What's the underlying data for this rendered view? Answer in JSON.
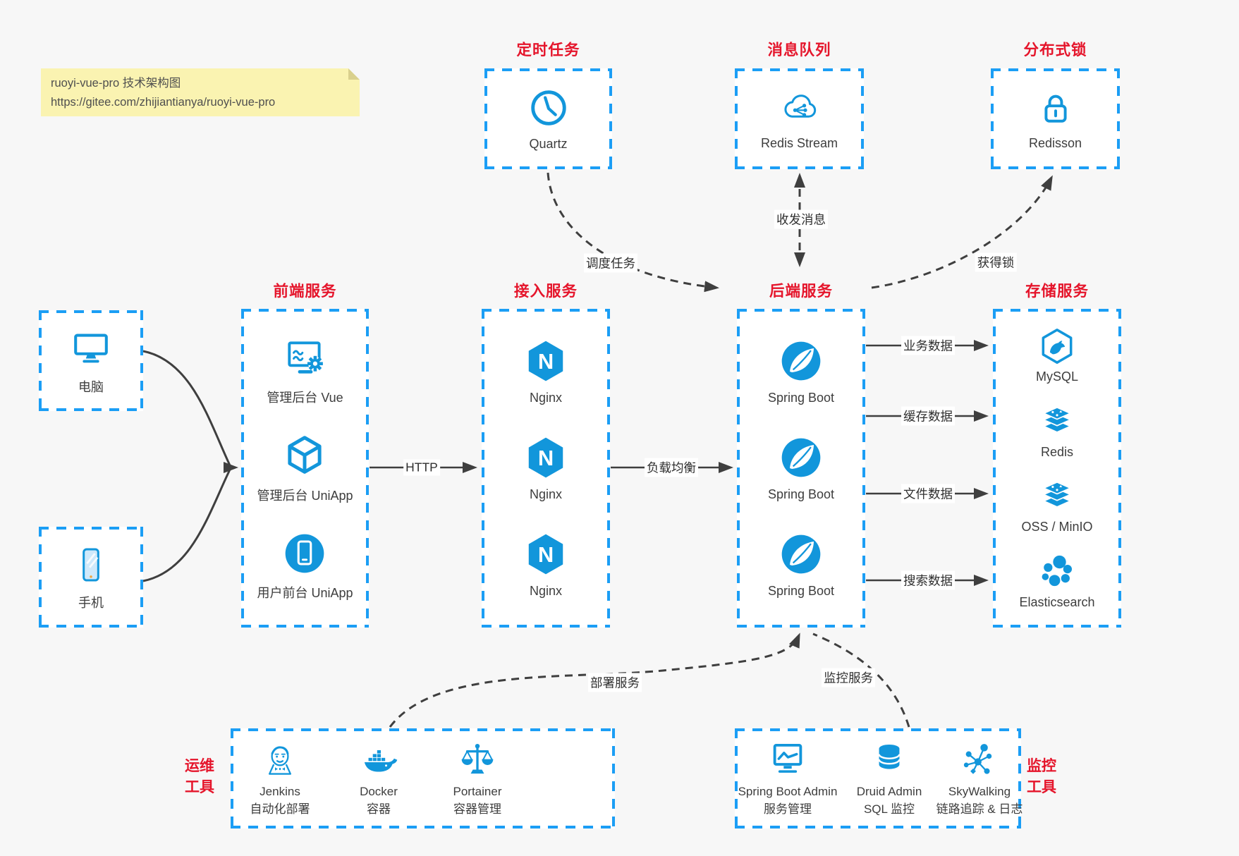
{
  "note": {
    "line1": "ruoyi-vue-pro 技术架构图",
    "line2": "https://gitee.com/zhijiantianya/ruoyi-vue-pro"
  },
  "palette": {
    "icon_blue": "#1296db",
    "border_blue": "#1b9ef5",
    "title_red": "#e5152b",
    "arrow_gray": "#3f3f3f",
    "note_bg": "#faf3b1",
    "canvas_bg": "#f7f7f7"
  },
  "top_groups": [
    {
      "title": "定时任务",
      "label": "Quartz"
    },
    {
      "title": "消息队列",
      "label": "Redis Stream"
    },
    {
      "title": "分布式锁",
      "label": "Redisson"
    }
  ],
  "clients": [
    {
      "label": "电脑"
    },
    {
      "label": "手机"
    }
  ],
  "service_columns": [
    {
      "title": "前端服务",
      "items": [
        {
          "label": "管理后台 Vue"
        },
        {
          "label": "管理后台 UniApp"
        },
        {
          "label": "用户前台 UniApp"
        }
      ]
    },
    {
      "title": "接入服务",
      "items": [
        {
          "label": "Nginx"
        },
        {
          "label": "Nginx"
        },
        {
          "label": "Nginx"
        }
      ]
    },
    {
      "title": "后端服务",
      "items": [
        {
          "label": "Spring Boot"
        },
        {
          "label": "Spring Boot"
        },
        {
          "label": "Spring Boot"
        }
      ]
    },
    {
      "title": "存储服务",
      "items": [
        {
          "label": "MySQL"
        },
        {
          "label": "Redis"
        },
        {
          "label": "OSS / MinIO"
        },
        {
          "label": "Elasticsearch"
        }
      ]
    }
  ],
  "bottom_groups": [
    {
      "side_title": [
        "运维",
        "工具"
      ],
      "items": [
        {
          "name": "Jenkins",
          "desc": "自动化部署"
        },
        {
          "name": "Docker",
          "desc": "容器"
        },
        {
          "name": "Portainer",
          "desc": "容器管理"
        }
      ]
    },
    {
      "side_title": [
        "监控",
        "工具"
      ],
      "items": [
        {
          "name": "Spring Boot Admin",
          "desc": "服务管理"
        },
        {
          "name": "Druid Admin",
          "desc": "SQL 监控"
        },
        {
          "name": "SkyWalking",
          "desc": "链路追踪 & 日志"
        }
      ]
    }
  ],
  "edge_labels": {
    "http": "HTTP",
    "load_balance": "负载均衡",
    "business_data": "业务数据",
    "cache_data": "缓存数据",
    "file_data": "文件数据",
    "search_data": "搜索数据",
    "schedule_task": "调度任务",
    "send_receive_message": "收发消息",
    "acquire_lock": "获得锁",
    "deploy_service": "部署服务",
    "monitor_service": "监控服务"
  }
}
